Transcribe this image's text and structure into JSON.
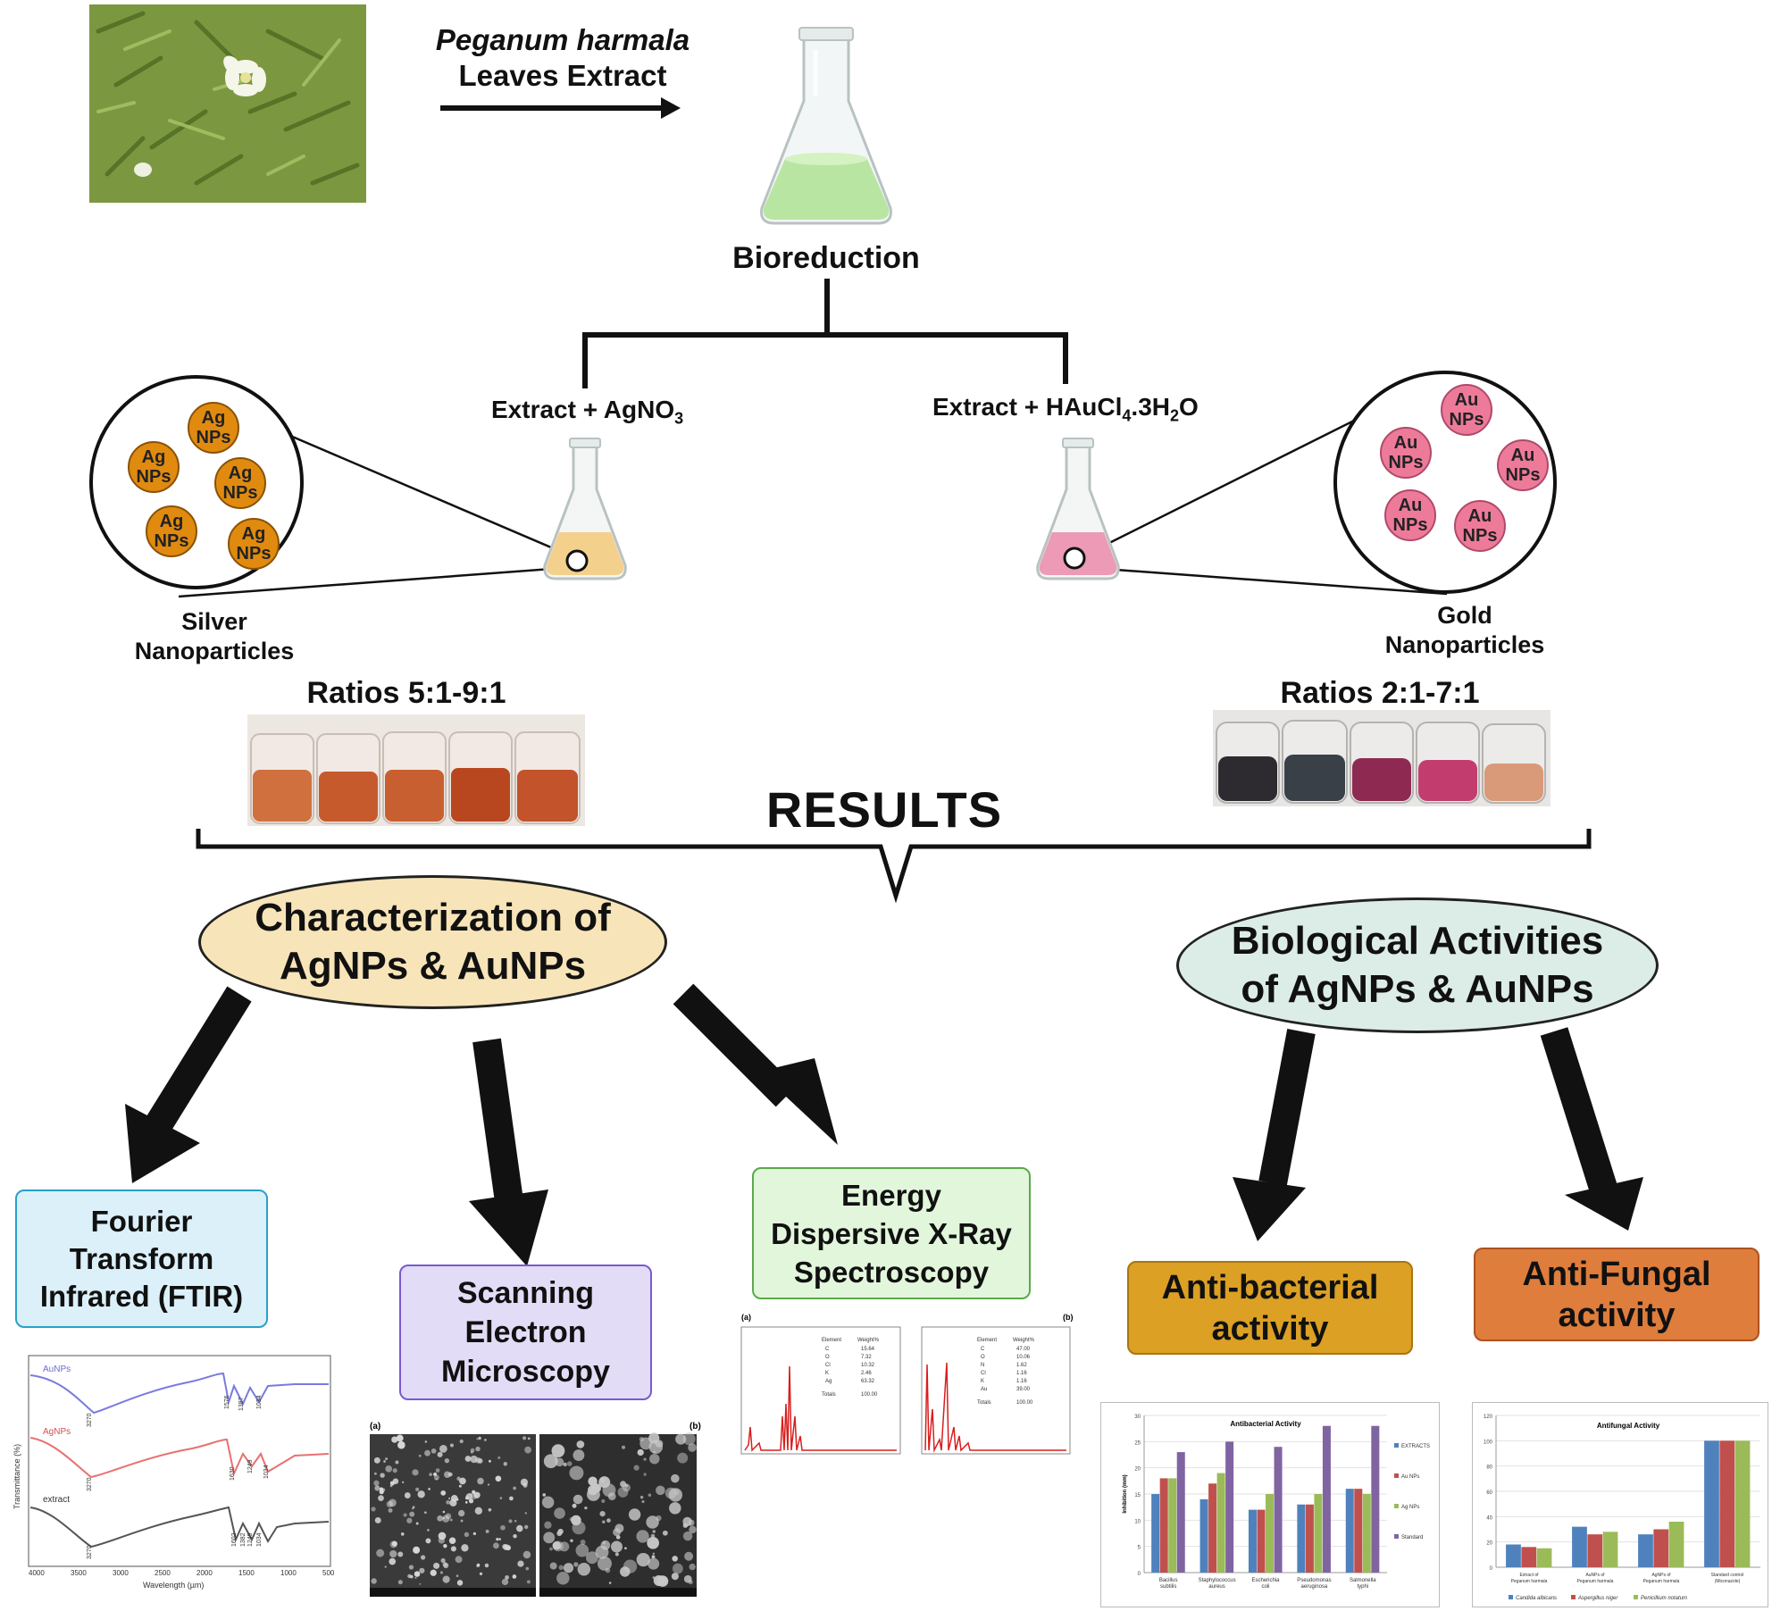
{
  "header": {
    "plant_name": "Peganum harmala",
    "extract_label": "Leaves Extract",
    "bioreduction": "Bioreduction"
  },
  "reagents": {
    "silver_prefix": "Extract + AgNO",
    "silver_sub": "3",
    "gold_prefix": "Extract + HAuCl",
    "gold_sub1": "4",
    "gold_mid": ".3H",
    "gold_sub2": "2",
    "gold_suffix": "O"
  },
  "particles": {
    "silver_label": "Ag NPs",
    "gold_label": "Au NPs",
    "silver_caption_1": "Silver",
    "silver_caption_2": "Nanoparticles",
    "gold_caption_1": "Gold",
    "gold_caption_2": "Nanoparticles"
  },
  "ratios": {
    "silver": "Ratios 5:1-9:1",
    "gold": "Ratios 2:1-7:1"
  },
  "results": "RESULTS",
  "characterization": {
    "title_1": "Characterization of",
    "title_2": "AgNPs & AuNPs",
    "ftir": [
      "Fourier",
      "Transform",
      "Infrared (FTIR)"
    ],
    "sem": [
      "Scanning",
      "Electron",
      "Microscopy"
    ],
    "edx": [
      "Energy",
      "Dispersive X-Ray",
      "Spectroscopy"
    ]
  },
  "biological": {
    "title_1": "Biological Activities",
    "title_2": "of AgNPs & AuNPs",
    "antibacterial": [
      "Anti-bacterial",
      "activity"
    ],
    "antifungal": [
      "Anti-Fungal",
      "activity"
    ]
  },
  "colors": {
    "silver_np": "#e08a10",
    "gold_np": "#ee7a9a",
    "char_oval": "#f7e4b8",
    "bio_oval": "#dcece6",
    "ftir_box": "#dbf0f8",
    "sem_box": "#e3dcf7",
    "edx_box": "#e2f6dc",
    "antibac_box": "#dba024",
    "antifungal_box": "#df7d3c"
  },
  "ftir_plot": {
    "series_labels": [
      "AuNPs",
      "AgNPs",
      "extract"
    ],
    "y_label": "Transmittance (%)",
    "x_label": "Wavelength (µm)",
    "x_ticks": [
      "4000",
      "3500",
      "3000",
      "2500",
      "2000",
      "1500",
      "1000",
      "500"
    ],
    "peak_labels": [
      "3270",
      "1576",
      "1387",
      "1034",
      "3270",
      "1630",
      "1249",
      "1034",
      "3270",
      "1602",
      "1382",
      "1249",
      "1034"
    ]
  },
  "sem_images": {
    "labels": [
      "(a)",
      "(b)"
    ]
  },
  "edx_images": {
    "labels": [
      "(a)",
      "(b)"
    ],
    "table_a": {
      "headers": [
        "Element",
        "Weight%"
      ],
      "rows": [
        [
          "C",
          "15.64"
        ],
        [
          "O",
          "7.32"
        ],
        [
          "Cl",
          "10.32"
        ],
        [
          "K",
          "2.46"
        ],
        [
          "Ag",
          "63.32"
        ]
      ],
      "total": [
        "Totals",
        "100.00"
      ]
    },
    "table_b": {
      "headers": [
        "Element",
        "Weight%"
      ],
      "rows": [
        [
          "C",
          "47.00"
        ],
        [
          "O",
          "10.06"
        ],
        [
          "N",
          "1.62"
        ],
        [
          "Cl",
          "1.16"
        ],
        [
          "K",
          "1.16"
        ],
        [
          "Au",
          "39.00"
        ]
      ],
      "total": [
        "Totals",
        "100.00"
      ]
    }
  },
  "chart_data": [
    {
      "type": "bar",
      "title": "Antibacterial Activity",
      "ylabel": "Inhibition (mm)",
      "ylim": [
        0,
        30
      ],
      "yticks": [
        "0",
        "5",
        "10",
        "15",
        "20",
        "25",
        "30"
      ],
      "categories": [
        "Bacillus subtilis",
        "Staphylococcus aureus",
        "Escherichia coli",
        "Pseudomonas aeruginosa",
        "Salmonella typhi"
      ],
      "series": [
        {
          "name": "EXTRACTS",
          "color": "#4f81bd",
          "values": [
            15,
            14,
            12,
            13,
            16
          ]
        },
        {
          "name": "Au NPs",
          "color": "#c0504d",
          "values": [
            18,
            17,
            12,
            13,
            16
          ]
        },
        {
          "name": "Ag NPs",
          "color": "#9bbb59",
          "values": [
            18,
            19,
            15,
            15,
            15
          ]
        },
        {
          "name": "Standard",
          "color": "#8064a2",
          "values": [
            23,
            25,
            24,
            28,
            28
          ]
        }
      ],
      "legend": "right"
    },
    {
      "type": "bar",
      "title": "Antifungal Activity",
      "ylim": [
        0,
        120
      ],
      "yticks": [
        "0",
        "20",
        "40",
        "60",
        "80",
        "100",
        "120"
      ],
      "categories": [
        "Extract of Peganum harmala",
        "AuNPs of Peganum harmala",
        "AgNPs of Peganum harmala",
        "Standard control (Miconazole)"
      ],
      "series": [
        {
          "name": "Candida albicans",
          "color": "#4f81bd",
          "values": [
            18,
            32,
            26,
            100
          ]
        },
        {
          "name": "Aspergillus niger",
          "color": "#c0504d",
          "values": [
            16,
            26,
            30,
            100
          ]
        },
        {
          "name": "Penicillium notatum",
          "color": "#9bbb59",
          "values": [
            15,
            28,
            36,
            100
          ]
        }
      ],
      "legend": "bottom"
    }
  ]
}
